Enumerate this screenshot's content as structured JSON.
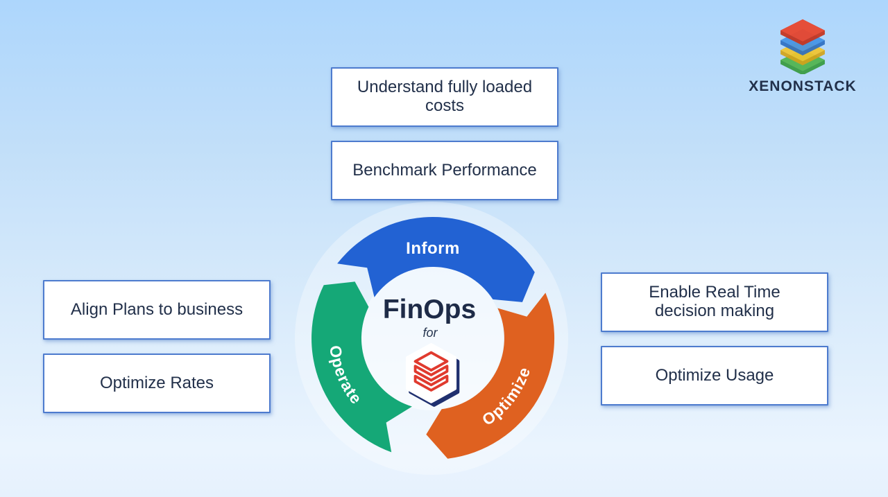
{
  "brand": {
    "name": "XENONSTACK",
    "icon": "stacked-layers-icon",
    "layers": [
      {
        "name": "red-layer",
        "face": "#E8472F",
        "edge": "#C53722"
      },
      {
        "name": "blue-layer",
        "face": "#4493E6",
        "edge": "#2E6FC2"
      },
      {
        "name": "yellow-layer",
        "face": "#F1C52E",
        "edge": "#D3A31A"
      },
      {
        "name": "green-layer",
        "face": "#4FB34D",
        "edge": "#379A3F"
      }
    ]
  },
  "diagram": {
    "center": {
      "title": "FinOps",
      "subtitle": "for",
      "logo": "databricks-icon"
    },
    "segments": [
      {
        "label": "Inform",
        "color": "#2262D3"
      },
      {
        "label": "Optimize",
        "color": "#DF6120"
      },
      {
        "label": "Operate",
        "color": "#15A877"
      }
    ]
  },
  "cards": [
    {
      "side": "top",
      "label": "Understand fully loaded costs"
    },
    {
      "side": "top",
      "label": "Benchmark Performance"
    },
    {
      "side": "left",
      "label": "Align Plans to business"
    },
    {
      "side": "left",
      "label": "Optimize Rates"
    },
    {
      "side": "right",
      "label": "Enable Real Time decision making"
    },
    {
      "side": "right",
      "label": "Optimize Usage"
    }
  ],
  "palette": {
    "background_top": "#ADD6FC",
    "background_bottom": "#EAF4FE",
    "card_border": "#4D7BCE",
    "card_text": "#22304A",
    "databricks_red": "#E03A2E",
    "databricks_navy": "#20306F"
  }
}
